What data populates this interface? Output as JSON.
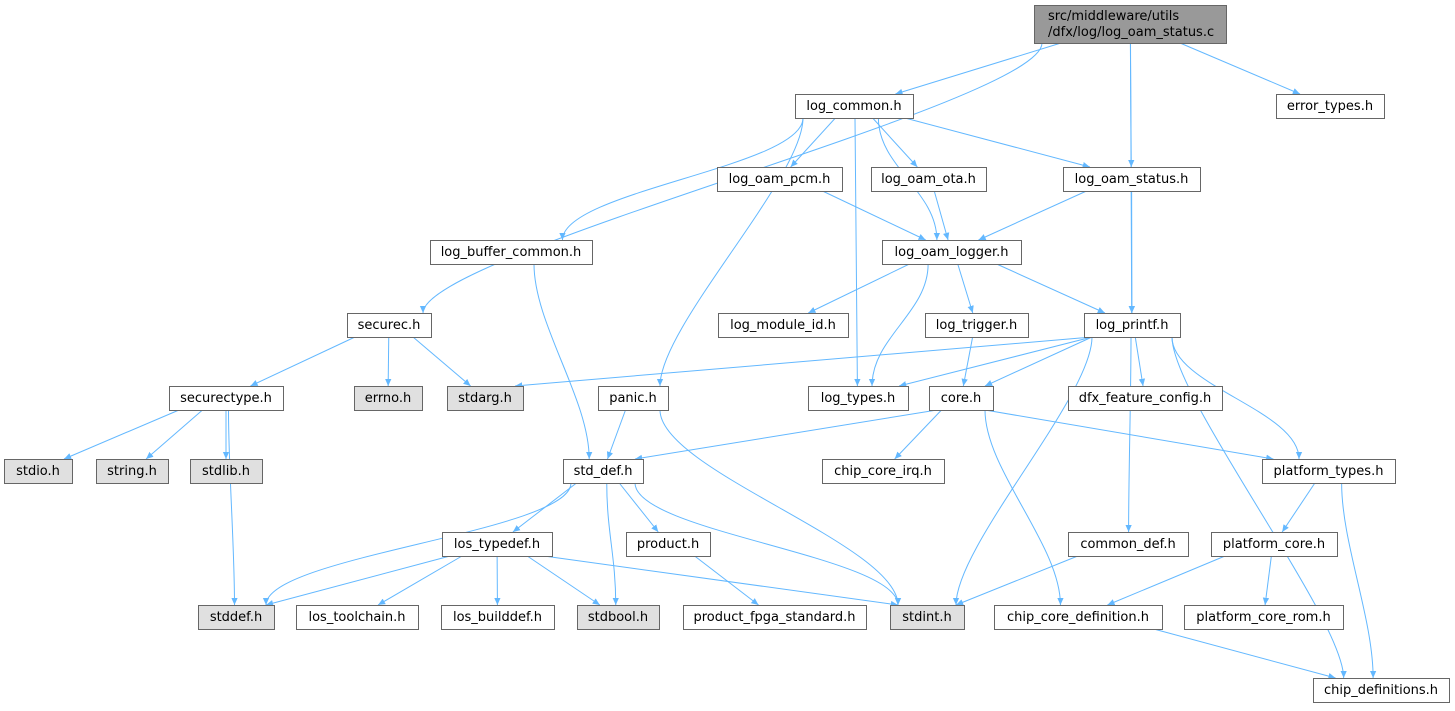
{
  "title": "",
  "colors": {
    "edge": "#63b8ff",
    "node_border": "#666666",
    "node_fill": "#ffffff",
    "root_fill": "#999999",
    "external_fill": "#e0e0e0"
  },
  "nodes": [
    {
      "id": "root",
      "lines": [
        "src/middleware/utils",
        "/dfx/log/log_oam_status.c"
      ],
      "kind": "root"
    },
    {
      "id": "log_common",
      "lines": [
        "log_common.h"
      ],
      "kind": "header"
    },
    {
      "id": "error_types",
      "lines": [
        "error_types.h"
      ],
      "kind": "header"
    },
    {
      "id": "log_oam_pcm",
      "lines": [
        "log_oam_pcm.h"
      ],
      "kind": "header"
    },
    {
      "id": "log_oam_ota",
      "lines": [
        "log_oam_ota.h"
      ],
      "kind": "header"
    },
    {
      "id": "log_oam_status",
      "lines": [
        "log_oam_status.h"
      ],
      "kind": "header"
    },
    {
      "id": "log_buffer_common",
      "lines": [
        "log_buffer_common.h"
      ],
      "kind": "header"
    },
    {
      "id": "log_oam_logger",
      "lines": [
        "log_oam_logger.h"
      ],
      "kind": "header"
    },
    {
      "id": "securec",
      "lines": [
        "securec.h"
      ],
      "kind": "header"
    },
    {
      "id": "log_module_id",
      "lines": [
        "log_module_id.h"
      ],
      "kind": "header"
    },
    {
      "id": "log_trigger",
      "lines": [
        "log_trigger.h"
      ],
      "kind": "header"
    },
    {
      "id": "log_printf",
      "lines": [
        "log_printf.h"
      ],
      "kind": "header"
    },
    {
      "id": "securectype",
      "lines": [
        "securectype.h"
      ],
      "kind": "header"
    },
    {
      "id": "errno",
      "lines": [
        "errno.h"
      ],
      "kind": "external"
    },
    {
      "id": "stdarg",
      "lines": [
        "stdarg.h"
      ],
      "kind": "external"
    },
    {
      "id": "panic",
      "lines": [
        "panic.h"
      ],
      "kind": "header"
    },
    {
      "id": "log_types",
      "lines": [
        "log_types.h"
      ],
      "kind": "header"
    },
    {
      "id": "core",
      "lines": [
        "core.h"
      ],
      "kind": "header"
    },
    {
      "id": "dfx_feature_config",
      "lines": [
        "dfx_feature_config.h"
      ],
      "kind": "header"
    },
    {
      "id": "stdio",
      "lines": [
        "stdio.h"
      ],
      "kind": "external"
    },
    {
      "id": "string",
      "lines": [
        "string.h"
      ],
      "kind": "external"
    },
    {
      "id": "stdlib",
      "lines": [
        "stdlib.h"
      ],
      "kind": "external"
    },
    {
      "id": "std_def",
      "lines": [
        "std_def.h"
      ],
      "kind": "header"
    },
    {
      "id": "chip_core_irq",
      "lines": [
        "chip_core_irq.h"
      ],
      "kind": "header"
    },
    {
      "id": "platform_types",
      "lines": [
        "platform_types.h"
      ],
      "kind": "header"
    },
    {
      "id": "los_typedef",
      "lines": [
        "los_typedef.h"
      ],
      "kind": "header"
    },
    {
      "id": "product",
      "lines": [
        "product.h"
      ],
      "kind": "header"
    },
    {
      "id": "common_def",
      "lines": [
        "common_def.h"
      ],
      "kind": "header"
    },
    {
      "id": "platform_core",
      "lines": [
        "platform_core.h"
      ],
      "kind": "header"
    },
    {
      "id": "stddef",
      "lines": [
        "stddef.h"
      ],
      "kind": "external"
    },
    {
      "id": "los_toolchain",
      "lines": [
        "los_toolchain.h"
      ],
      "kind": "header"
    },
    {
      "id": "los_builddef",
      "lines": [
        "los_builddef.h"
      ],
      "kind": "header"
    },
    {
      "id": "stdbool",
      "lines": [
        "stdbool.h"
      ],
      "kind": "external"
    },
    {
      "id": "product_fpga_standard",
      "lines": [
        "product_fpga_standard.h"
      ],
      "kind": "header"
    },
    {
      "id": "stdint",
      "lines": [
        "stdint.h"
      ],
      "kind": "external"
    },
    {
      "id": "chip_core_definition",
      "lines": [
        "chip_core_definition.h"
      ],
      "kind": "header"
    },
    {
      "id": "platform_core_rom",
      "lines": [
        "platform_core_rom.h"
      ],
      "kind": "header"
    },
    {
      "id": "chip_definitions",
      "lines": [
        "chip_definitions.h"
      ],
      "kind": "header"
    }
  ],
  "edges": [
    [
      "root",
      "log_common"
    ],
    [
      "root",
      "securec"
    ],
    [
      "root",
      "error_types"
    ],
    [
      "root",
      "log_oam_status"
    ],
    [
      "root",
      "log_printf"
    ],
    [
      "log_common",
      "log_oam_pcm"
    ],
    [
      "log_common",
      "log_oam_ota"
    ],
    [
      "log_common",
      "log_oam_status"
    ],
    [
      "log_common",
      "log_buffer_common"
    ],
    [
      "log_common",
      "log_oam_logger"
    ],
    [
      "log_common",
      "panic"
    ],
    [
      "log_common",
      "log_types"
    ],
    [
      "log_oam_pcm",
      "log_oam_logger"
    ],
    [
      "log_oam_ota",
      "log_oam_logger"
    ],
    [
      "log_oam_status",
      "log_oam_logger"
    ],
    [
      "log_oam_status",
      "log_printf"
    ],
    [
      "log_buffer_common",
      "std_def"
    ],
    [
      "log_oam_logger",
      "log_module_id"
    ],
    [
      "log_oam_logger",
      "log_trigger"
    ],
    [
      "log_oam_logger",
      "log_printf"
    ],
    [
      "log_oam_logger",
      "log_types"
    ],
    [
      "securec",
      "securectype"
    ],
    [
      "securec",
      "errno"
    ],
    [
      "securec",
      "stdarg"
    ],
    [
      "log_trigger",
      "core"
    ],
    [
      "log_printf",
      "stdarg"
    ],
    [
      "log_printf",
      "log_types"
    ],
    [
      "log_printf",
      "core"
    ],
    [
      "log_printf",
      "dfx_feature_config"
    ],
    [
      "log_printf",
      "platform_types"
    ],
    [
      "log_printf",
      "common_def"
    ],
    [
      "log_printf",
      "stdint"
    ],
    [
      "log_printf",
      "chip_definitions"
    ],
    [
      "securectype",
      "stdio"
    ],
    [
      "securectype",
      "string"
    ],
    [
      "securectype",
      "stdlib"
    ],
    [
      "securectype",
      "stddef"
    ],
    [
      "panic",
      "std_def"
    ],
    [
      "panic",
      "stdint"
    ],
    [
      "core",
      "std_def"
    ],
    [
      "core",
      "chip_core_irq"
    ],
    [
      "core",
      "platform_types"
    ],
    [
      "core",
      "chip_core_definition"
    ],
    [
      "std_def",
      "los_typedef"
    ],
    [
      "std_def",
      "product"
    ],
    [
      "std_def",
      "stddef"
    ],
    [
      "std_def",
      "stdbool"
    ],
    [
      "std_def",
      "stdint"
    ],
    [
      "platform_types",
      "platform_core"
    ],
    [
      "platform_types",
      "chip_definitions"
    ],
    [
      "los_typedef",
      "stddef"
    ],
    [
      "los_typedef",
      "los_toolchain"
    ],
    [
      "los_typedef",
      "los_builddef"
    ],
    [
      "los_typedef",
      "stdbool"
    ],
    [
      "los_typedef",
      "stdint"
    ],
    [
      "product",
      "product_fpga_standard"
    ],
    [
      "common_def",
      "stdint"
    ],
    [
      "platform_core",
      "chip_core_definition"
    ],
    [
      "platform_core",
      "platform_core_rom"
    ],
    [
      "chip_core_definition",
      "chip_definitions"
    ]
  ]
}
